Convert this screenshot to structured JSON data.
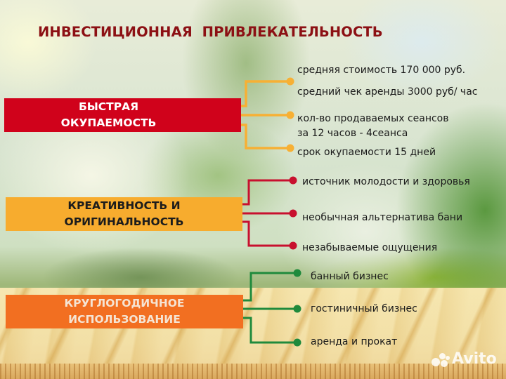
{
  "title": "ИНВЕСТИЦИОННАЯ  ПРИВЛЕКАТЕЛЬНОСТЬ",
  "colors": {
    "title": "#8c1014",
    "category_1": "#d0021b",
    "category_2": "#f7ac2e",
    "category_3": "#f26f21",
    "connector_1": "#f7b034",
    "connector_2": "#c8102e",
    "connector_3": "#1f8a3c"
  },
  "categories": [
    {
      "label": "БЫСТРАЯ\nОКУПАЕМОСТЬ",
      "items": [
        "средняя стоимость 170 000 руб.",
        "средний чек аренды 3000 руб/ час",
        "кол-во продаваемых сеансов\nза 12 часов  -  4сеанса",
        "срок окупаемости 15 дней"
      ]
    },
    {
      "label": "КРЕАТИВНОСТЬ И\nОРИГИНАЛЬНОСТЬ",
      "items": [
        "источник молодости и здоровья",
        "необычная альтернатива бани",
        "незабываемые ощущения"
      ]
    },
    {
      "label": "КРУГЛОГОДИЧНОЕ\nИСПОЛЬЗОВАНИЕ",
      "items": [
        "банный бизнес",
        "гостиничный бизнес",
        "аренда и прокат"
      ]
    }
  ],
  "watermark": "Avito"
}
